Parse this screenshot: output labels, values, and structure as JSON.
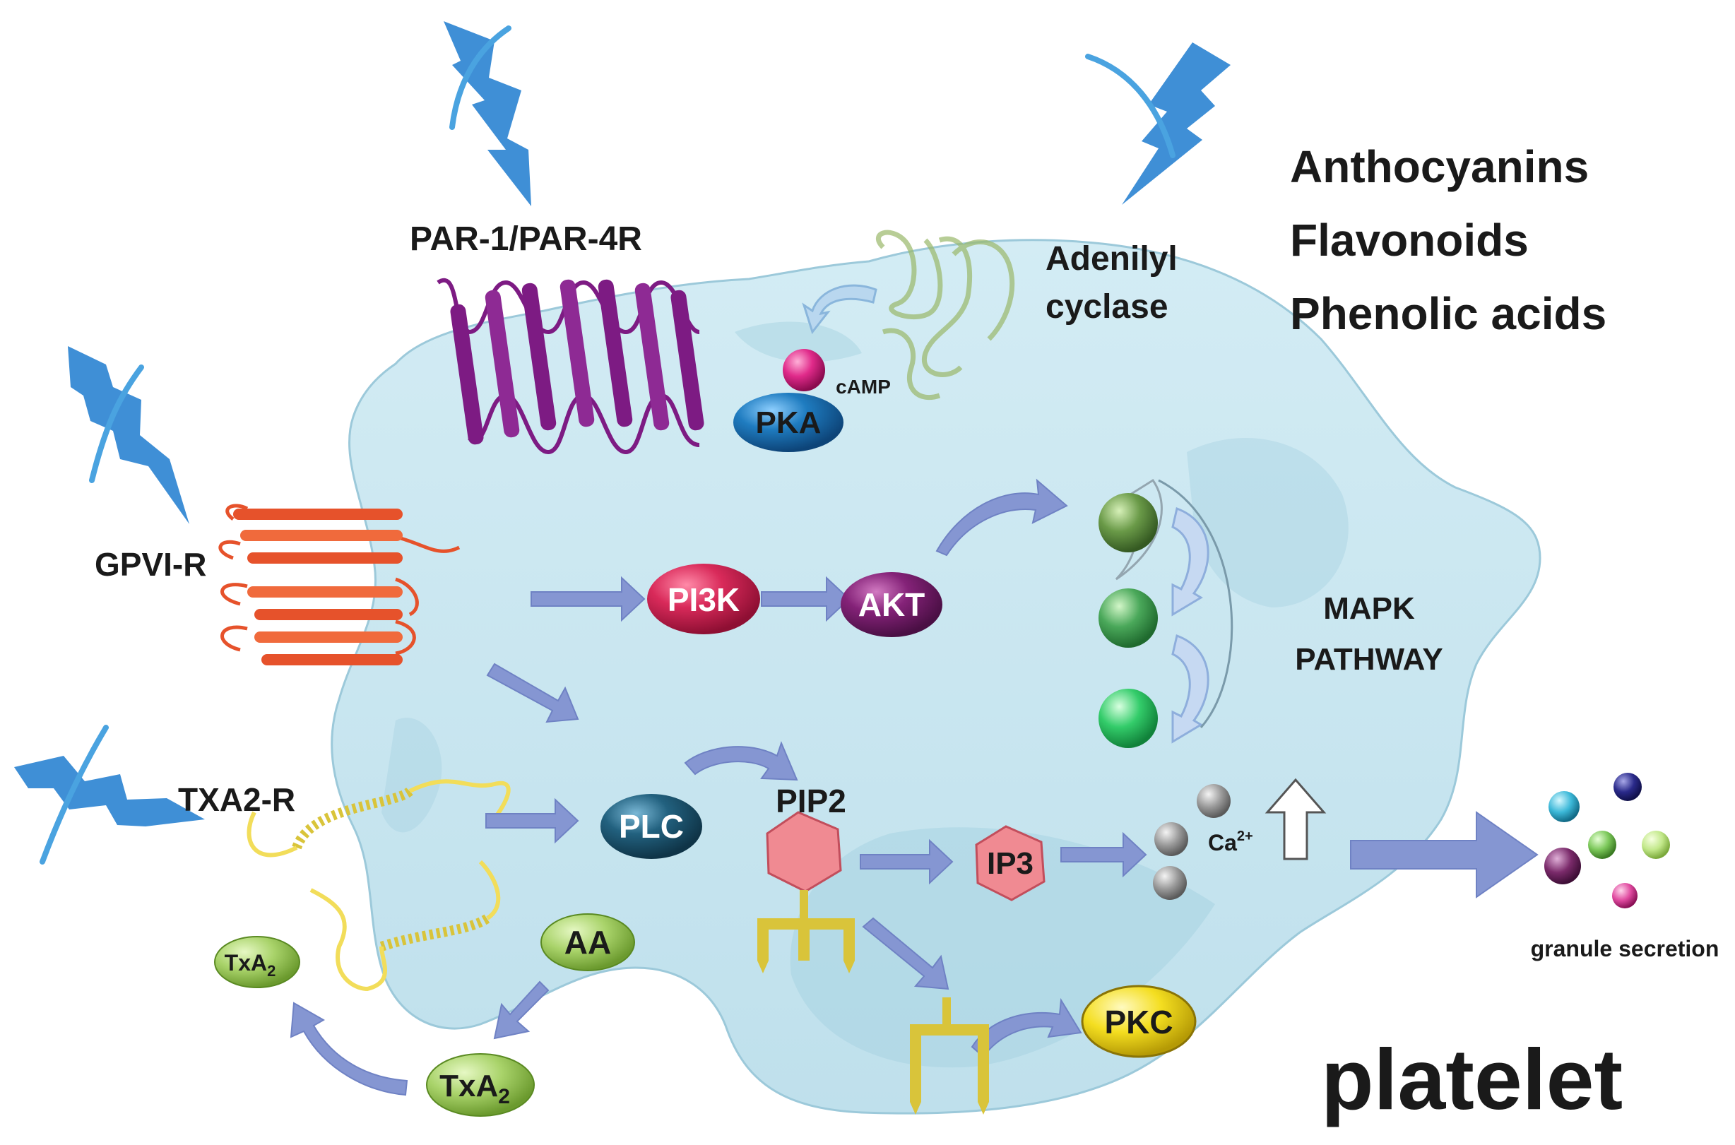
{
  "receptors": {
    "par": "PAR-1/PAR-4R",
    "gpvi": "GPVI-R",
    "txa2r": "TXA2-R",
    "adenylyl_line1": "Adenilyl",
    "adenylyl_line2": "cyclase"
  },
  "compounds": {
    "line1": "Anthocyanins",
    "line2": "Flavonoids",
    "line3": "Phenolic acids"
  },
  "nodes": {
    "camp": "cAMP",
    "pka": "PKA",
    "pi3k": "PI3K",
    "akt": "AKT",
    "plc": "PLC",
    "pip2": "PIP2",
    "ip3": "IP3",
    "ca": "Ca",
    "ca_sup": "2+",
    "aa": "AA",
    "txa2_small_base": "TxA",
    "txa2_small_sub": "2",
    "txa2_large_base": "TxA",
    "txa2_large_sub": "2",
    "pkc": "PKC"
  },
  "pathway": {
    "mapk_line1": "MAPK",
    "mapk_line2": "PATHWAY"
  },
  "outputs": {
    "granule": "granule secretion",
    "platelet": "platelet"
  },
  "colors": {
    "cell_fill": "#c9e6f0",
    "cell_edge": "#9cc9da",
    "arrow": "#8596d2",
    "bolt": "#3f8fd6",
    "pi3k": "#c81f4e",
    "akt": "#7a1d6a",
    "plc": "#1f5c78",
    "pka": "#1d73b4",
    "pkc": "#f2dc1a",
    "aa": "#a9d36a",
    "ip3": "#f08a92",
    "par": "#7d1b83",
    "gpvi": "#e6522b",
    "txa2r": "#f2dd5a"
  }
}
